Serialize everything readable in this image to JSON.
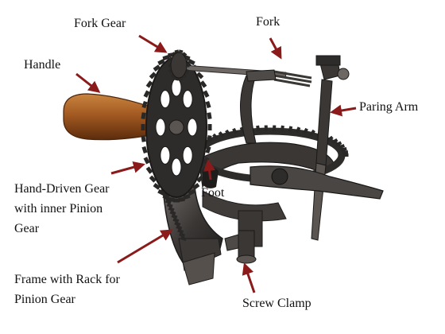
{
  "diagram": {
    "colors": {
      "arrow": "#8b1a1a",
      "text": "#111111",
      "metal_dark": "#2e2c2b",
      "metal_mid": "#4d4a47",
      "metal_light": "#8a8480",
      "wood_dark": "#6a3410",
      "wood_light": "#b8743a",
      "background": "#ffffff"
    },
    "labels": {
      "fork_gear": "Fork Gear",
      "fork": "Fork",
      "handle": "Handle",
      "paring_arm": "Paring Arm",
      "foot": "Foot",
      "hand_driven_gear_line1": "Hand-Driven Gear",
      "hand_driven_gear_line2": "with inner Pinion",
      "hand_driven_gear_line3": "Gear",
      "frame_rack_line1": "Frame with Rack for",
      "frame_rack_line2": "Pinion Gear",
      "screw_clamp": "Screw Clamp"
    }
  }
}
